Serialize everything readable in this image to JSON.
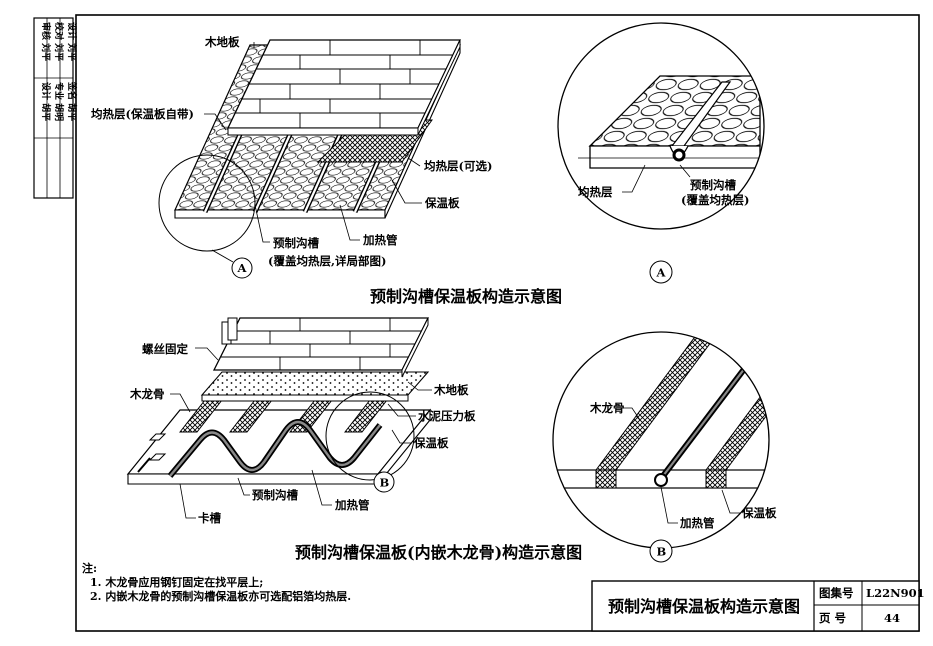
{
  "side_column": [
    "审核 刘平",
    "校对 刘平",
    "设计 刘平",
    "设计 胡平",
    "专业 胡明",
    "签名 胡平"
  ],
  "top_diagram": {
    "wood_floor": "木地板",
    "heat_layer": "均热层(保温板自带)",
    "heat_layer_optional": "均热层(可选)",
    "insulation_board": "保温板",
    "heating_pipe": "加热管",
    "groove_line1": "预制沟槽",
    "groove_line2": "(覆盖均热层,详局部图)",
    "callout": "A",
    "title": "预制沟槽保温板构造示意图"
  },
  "detail_a": {
    "heat_layer": "均热层",
    "groove_line1": "预制沟槽",
    "groove_line2": "(覆盖均热层)",
    "callout": "A"
  },
  "bottom_diagram": {
    "screw_fix": "螺丝固定",
    "wood_keel": "木龙骨",
    "wood_floor": "木地板",
    "cement_board": "水泥压力板",
    "insulation_board": "保温板",
    "groove": "预制沟槽",
    "heating_pipe": "加热管",
    "slot": "卡槽",
    "callout": "B",
    "title": "预制沟槽保温板(内嵌木龙骨)构造示意图"
  },
  "detail_b": {
    "wood_keel": "木龙骨",
    "heating_pipe": "加热管",
    "insulation_board": "保温板",
    "callout": "B"
  },
  "notes": {
    "heading": "注:",
    "items": [
      "1. 木龙骨应用钢钉固定在找平层上;",
      "2. 内嵌木龙骨的预制沟槽保温板亦可选配铝箔均热层."
    ]
  },
  "title_block": {
    "drawing_name": "预制沟槽保温板构造示意图",
    "atlas_label": "图集号",
    "atlas_value": "L22N901",
    "page_label": "页  号",
    "page_value": "44"
  }
}
